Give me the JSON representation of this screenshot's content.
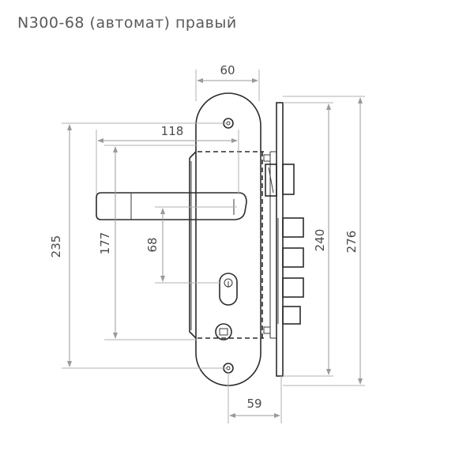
{
  "title": "N300-68 (автомат) правый",
  "dimensions": {
    "top_width": "60",
    "lever_length": "118",
    "handle_to_bottom": "235",
    "spindle_to_bottom_hole": "177",
    "spindle_to_keyhole": "68",
    "strike_plate": "240",
    "face_plate": "276",
    "backset": "59"
  }
}
